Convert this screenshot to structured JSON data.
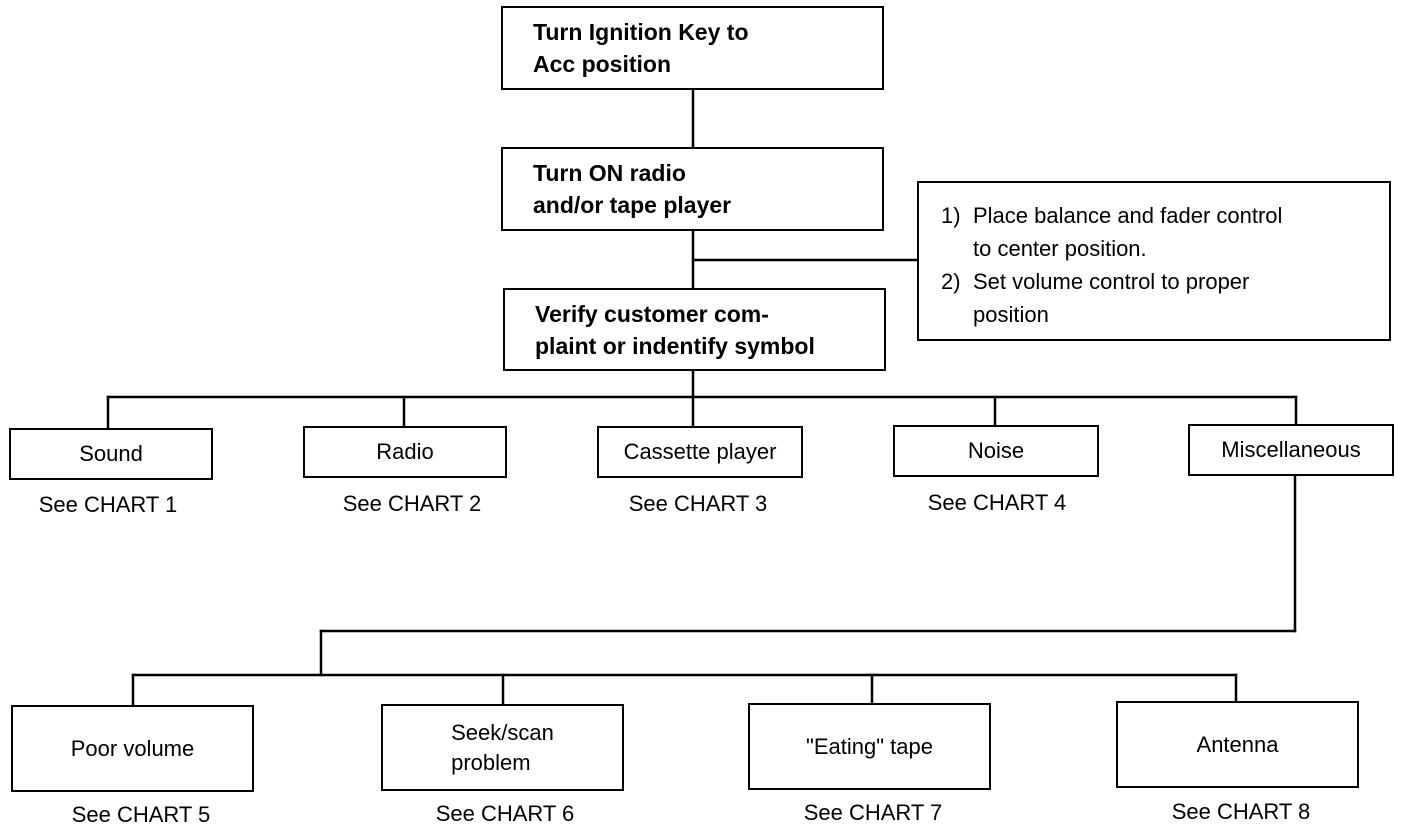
{
  "steps": {
    "step1": [
      "Turn Ignition Key to",
      "Acc position"
    ],
    "step2": [
      "Turn ON radio",
      "and/or tape player"
    ],
    "step3": [
      "Verify customer com-",
      "plaint or indentify symbol"
    ]
  },
  "note": {
    "items": [
      {
        "num": "1)",
        "lines": [
          "Place balance and fader control",
          "to center position."
        ]
      },
      {
        "num": "2)",
        "lines": [
          "Set volume control to proper",
          "position"
        ]
      }
    ]
  },
  "categories": [
    {
      "label": "Sound",
      "ref": "See CHART 1"
    },
    {
      "label": "Radio",
      "ref": "See CHART 2"
    },
    {
      "label": "Cassette player",
      "ref": "See CHART 3"
    },
    {
      "label": "Noise",
      "ref": "See CHART 4"
    },
    {
      "label": "Miscellaneous",
      "ref": ""
    }
  ],
  "miscellaneous": [
    {
      "label": [
        "Poor volume"
      ],
      "ref": "See CHART 5"
    },
    {
      "label": [
        "Seek/scan",
        "problem"
      ],
      "ref": "See CHART 6"
    },
    {
      "label": [
        "\"Eating\" tape"
      ],
      "ref": "See CHART 7"
    },
    {
      "label": [
        "Antenna"
      ],
      "ref": "See CHART 8"
    }
  ]
}
